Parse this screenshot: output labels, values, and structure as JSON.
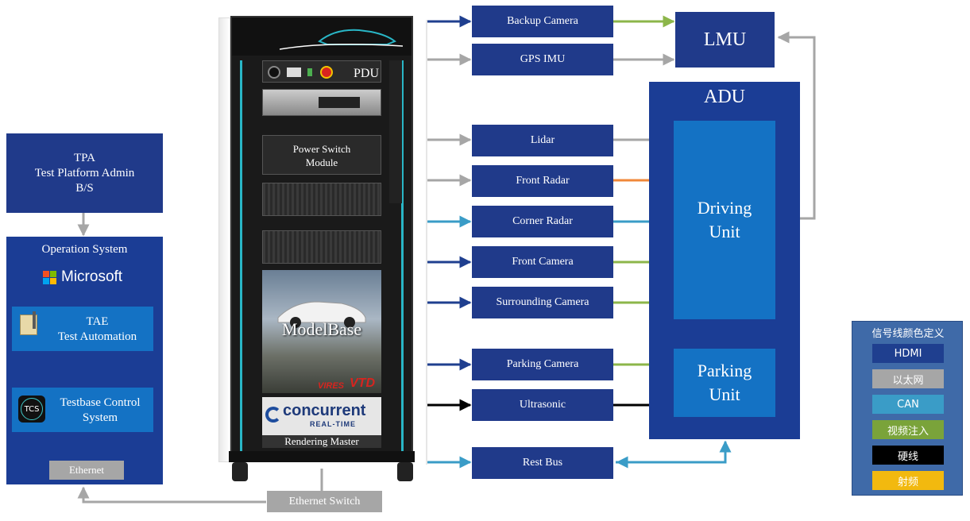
{
  "tpa": {
    "line1": "TPA",
    "line2": "Test Platform  Admin",
    "line3": "B/S"
  },
  "os": {
    "title": "Operation System",
    "brand": "Microsoft",
    "tae": {
      "line1": "TAE",
      "line2": "Test Automation"
    },
    "tcs": {
      "icon_text": "TCS",
      "line1": "Testbase Control",
      "line2": "System"
    },
    "ethernet": "Ethernet"
  },
  "ethernet_switch": "Ethernet Switch",
  "rack": {
    "pdu": "PDU",
    "power_switch": {
      "line1": "Power Switch",
      "line2": "Module"
    },
    "modelbase": "ModelBase",
    "vires": "VIRES",
    "vtd": "VTD",
    "concurrent": "concurrent",
    "realtime": "REAL-TIME",
    "rendering_master": "Rendering Master"
  },
  "sensors": [
    {
      "label": "Backup Camera"
    },
    {
      "label": "GPS IMU"
    },
    {
      "label": "Lidar"
    },
    {
      "label": "Front Radar"
    },
    {
      "label": "Corner Radar"
    },
    {
      "label": "Front Camera"
    },
    {
      "label": "Surrounding Camera"
    },
    {
      "label": "Parking Camera"
    },
    {
      "label": "Ultrasonic"
    },
    {
      "label": "Rest Bus"
    }
  ],
  "lmu": "LMU",
  "adu": "ADU",
  "driving_unit": {
    "line1": "Driving",
    "line2": "Unit"
  },
  "parking_unit": {
    "line1": "Parking",
    "line2": "Unit"
  },
  "legend": {
    "title": "信号线颜色定义",
    "items": [
      {
        "label": "HDMI",
        "color": "#1f3f8f",
        "text_color": "#ffffff"
      },
      {
        "label": "以太网",
        "color": "#a6a6a6",
        "text_color": "#ffffff"
      },
      {
        "label": "CAN",
        "color": "#3a9cc7",
        "text_color": "#ffffff"
      },
      {
        "label": "视频注入",
        "color": "#7aa33a",
        "text_color": "#ffffff"
      },
      {
        "label": "硬线",
        "color": "#000000",
        "text_color": "#ffffff"
      },
      {
        "label": "射频",
        "color": "#f2b90f",
        "text_color": "#ffffff"
      }
    ]
  },
  "colors": {
    "navy": "#203a8a",
    "adu_bg": "#1b3d95",
    "unit_bg": "#1472c4",
    "hdmi": "#1f3f8f",
    "ethernet": "#a6a6a6",
    "can": "#3a9cc7",
    "video": "#8cb64a",
    "hardwire": "#000000",
    "rf": "#f0883a"
  }
}
